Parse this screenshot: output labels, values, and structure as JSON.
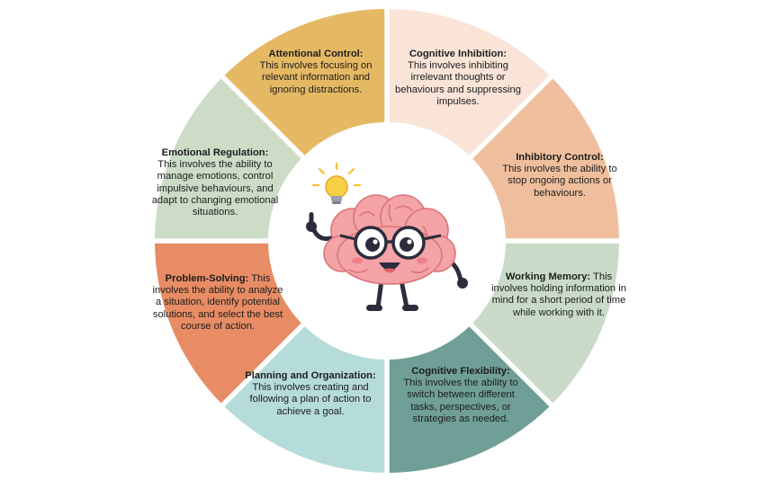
{
  "segments": [
    {
      "id": "attentional-control",
      "title": "Attentional Control:",
      "body": "This involves focusing on relevant information and ignoring distractions.",
      "color": "#f9e4d7"
    },
    {
      "id": "cognitive-inhibition",
      "title": "Cognitive Inhibition:",
      "body": "This involves inhibiting irrelevant thoughts or behaviours and suppressing impulses.",
      "color": "#efbf9d"
    },
    {
      "id": "inhibitory-control",
      "title": "Inhibitory Control:",
      "body": "This involves the ability to stop ongoing actions or behaviours.",
      "color": "#c9dbc8"
    },
    {
      "id": "working-memory",
      "title": "Working Memory:",
      "body": "This involves holding information in mind for a short period of time while working with it.",
      "color": "#6f9f96"
    },
    {
      "id": "cognitive-flexibility",
      "title": "Cognitive Flexibility:",
      "body": "This involves the ability to switch between different tasks, perspectives, or strategies as needed.",
      "color": "#b6dbdb"
    },
    {
      "id": "planning-organization",
      "title": "Planning and Organization:",
      "body": "This involves creating and following a plan of action to achieve a goal.",
      "color": "#e78c64"
    },
    {
      "id": "problem-solving",
      "title": "Problem-Solving:",
      "body": "This involves the ability to analyze a situation, identify potential solutions, and select the best course of action.",
      "color": "#ccdcc7"
    },
    {
      "id": "emotional-regulation",
      "title": "Emotional Regulation:",
      "body": "This involves the ability to manage emotions, control impulsive behaviours, and adapt to changing emotional situations.",
      "color": "#e5b964"
    }
  ],
  "colors": {
    "brain": "#f4a3a6",
    "brain_outline": "#d9757a",
    "bulb": "#f7d046",
    "dark": "#2c2c3c"
  }
}
